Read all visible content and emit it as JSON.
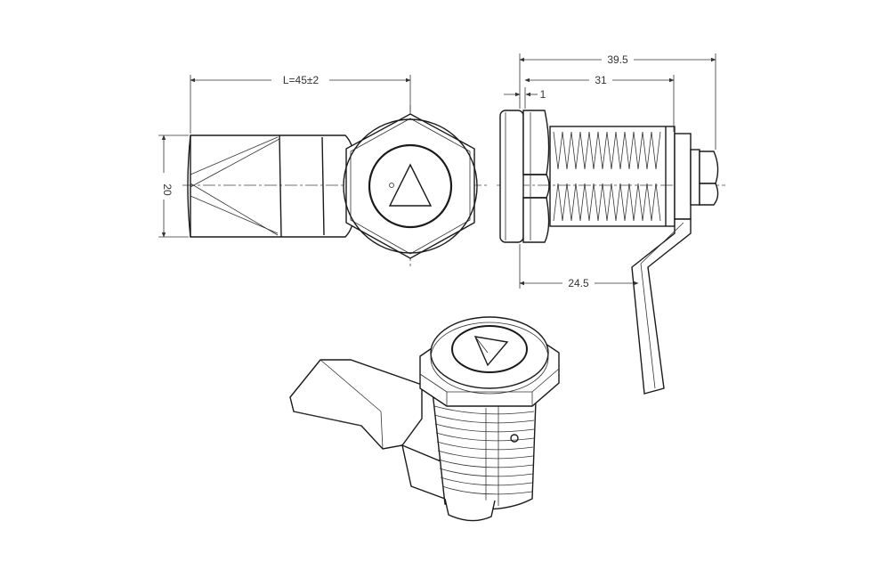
{
  "dimensions": {
    "length_label": "L=45±2",
    "height_label": "20",
    "overall_label": "39.5",
    "body_label": "31",
    "flange_label": "1",
    "cam_offset_label": "24.5"
  },
  "colors": {
    "line": "#1a1a1a",
    "dimension": "#333333",
    "background": "#ffffff"
  },
  "icons": {
    "front_symbol": "triangle-key-icon"
  }
}
